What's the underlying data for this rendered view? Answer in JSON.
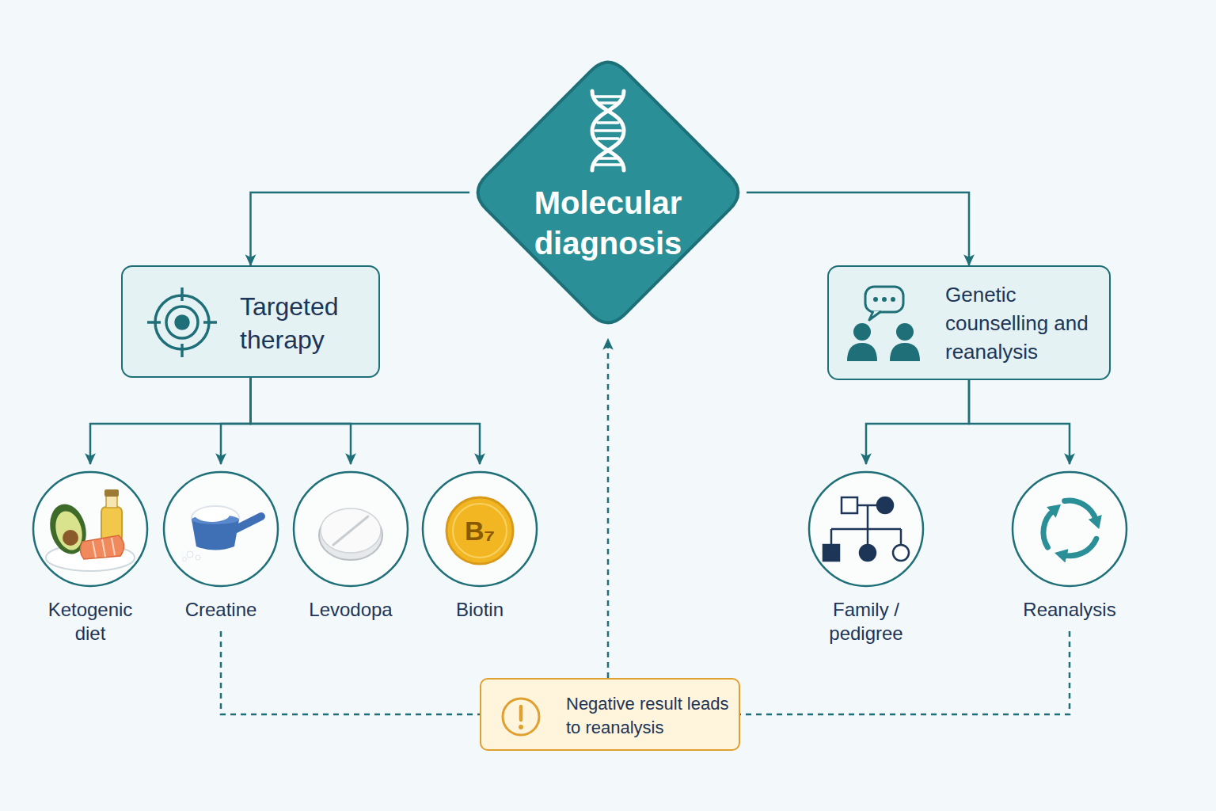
{
  "diagram": {
    "nodes": [
      {
        "text": [
          "Molecular diagnosis"
        ]
      },
      {
        "text": [
          "Targeted therapy"
        ]
      },
      {
        "text": [
          "Genetic counselling and reanalysis"
        ]
      },
      {
        "text": [
          "Ketogenic diet"
        ]
      },
      {
        "text": [
          "Creatine"
        ]
      },
      {
        "text": [
          "Levodopa"
        ]
      },
      {
        "text": [
          "Biotin"
        ]
      },
      {
        "text": [
          "Family / pedigree"
        ]
      },
      {
        "text": [
          "Reanalysis"
        ]
      },
      {
        "text": [
          "Negative result leads to reanalysis"
        ]
      }
    ],
    "edges": [
      {
        "from": 0,
        "to": 1,
        "arrow": "to"
      },
      {
        "from": 0,
        "to": 2,
        "arrow": "to"
      },
      {
        "from": 1,
        "to": 3,
        "arrow": "to"
      },
      {
        "from": 1,
        "to": 4,
        "arrow": "to"
      },
      {
        "from": 1,
        "to": 5,
        "arrow": "to"
      },
      {
        "from": 1,
        "to": 6,
        "arrow": "to"
      },
      {
        "from": 2,
        "to": 7,
        "arrow": "to"
      },
      {
        "from": 2,
        "to": 8,
        "arrow": "to"
      },
      {
        "from": 9,
        "to": 0,
        "arrow": "to"
      },
      {
        "from": 4,
        "to": 9,
        "arrow": "none"
      },
      {
        "from": 8,
        "to": 9,
        "arrow": "none"
      }
    ],
    "labels": [
      "B₇"
    ]
  }
}
